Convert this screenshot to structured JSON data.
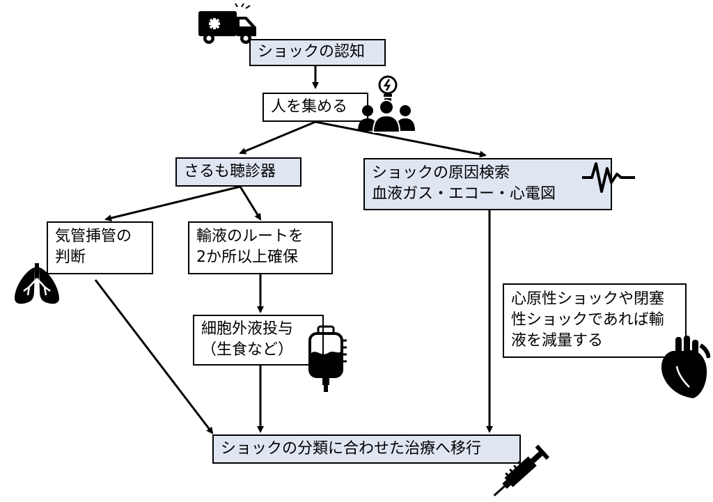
{
  "colors": {
    "accent_fill": "#dfe6f2",
    "stroke": "#000000",
    "background": "#ffffff"
  },
  "nodes": {
    "recognize": {
      "lines": [
        "ショックの認知"
      ]
    },
    "gather": {
      "lines": [
        "人を集める"
      ]
    },
    "saru": {
      "lines": [
        "さるも聴診器"
      ]
    },
    "cause": {
      "lines": [
        "ショックの原因検索",
        "血液ガス・エコー・心電図"
      ]
    },
    "intubation": {
      "lines": [
        "気管挿管の",
        "判断"
      ]
    },
    "route": {
      "lines": [
        "輸液のルートを",
        "2か所以上確保"
      ]
    },
    "fluid": {
      "lines": [
        "細胞外液投与",
        "（生食など）"
      ]
    },
    "note": {
      "lines": [
        "心原性ショックや閉塞",
        "性ショックであれば輸",
        "液を減量する"
      ]
    },
    "treat": {
      "lines": [
        "ショックの分類に合わせた治療へ移行"
      ]
    }
  },
  "icons": [
    "ambulance-icon",
    "lightbulb-icon",
    "people-group-icon",
    "ecg-wave-icon",
    "lungs-icon",
    "iv-bag-icon",
    "heart-icon",
    "syringe-icon"
  ]
}
